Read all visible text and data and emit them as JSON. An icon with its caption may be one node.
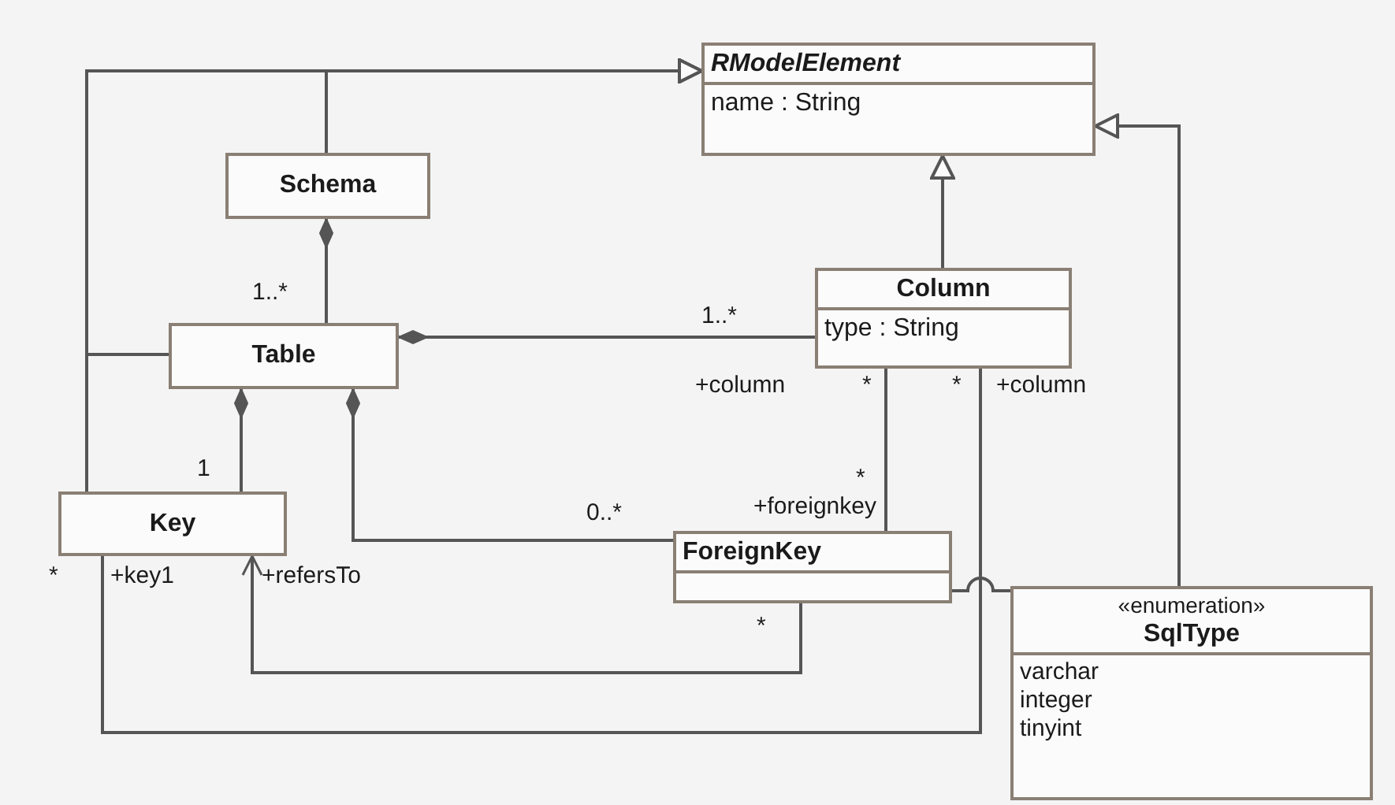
{
  "diagram": {
    "nodes": [
      {
        "text": [
          "RModelElement",
          "name : String"
        ]
      },
      {
        "text": [
          "Schema"
        ]
      },
      {
        "text": [
          "Column",
          "type : String"
        ]
      },
      {
        "text": [
          "Table"
        ]
      },
      {
        "text": [
          "Key"
        ]
      },
      {
        "text": [
          "ForeignKey"
        ]
      },
      {
        "text": [
          "«enumeration»",
          "SqlType",
          "varchar",
          "integer",
          "tinyint"
        ]
      }
    ],
    "edges": [
      {
        "from": 1,
        "to": 0,
        "arrow": "to"
      },
      {
        "from": 3,
        "to": 0,
        "arrow": "to"
      },
      {
        "from": 4,
        "to": 0,
        "arrow": "to"
      },
      {
        "from": 2,
        "to": 0,
        "arrow": "to"
      },
      {
        "from": 5,
        "to": 0,
        "arrow": "to"
      },
      {
        "from": 1,
        "to": 3,
        "arrow": "other"
      },
      {
        "from": 3,
        "to": 2,
        "arrow": "other"
      },
      {
        "from": 3,
        "to": 4,
        "arrow": "other"
      },
      {
        "from": 3,
        "to": 5,
        "arrow": "other"
      },
      {
        "from": 2,
        "to": 5,
        "arrow": "none"
      },
      {
        "from": 2,
        "to": 4,
        "arrow": "none"
      },
      {
        "from": 5,
        "to": 4,
        "arrow": "to"
      }
    ],
    "labels": [
      "1..*",
      "1..*",
      "+column",
      "*",
      "*",
      "+column",
      "1",
      "*",
      "+foreignkey",
      "0..*",
      "*",
      "+key1",
      "+refersTo",
      "*"
    ]
  }
}
